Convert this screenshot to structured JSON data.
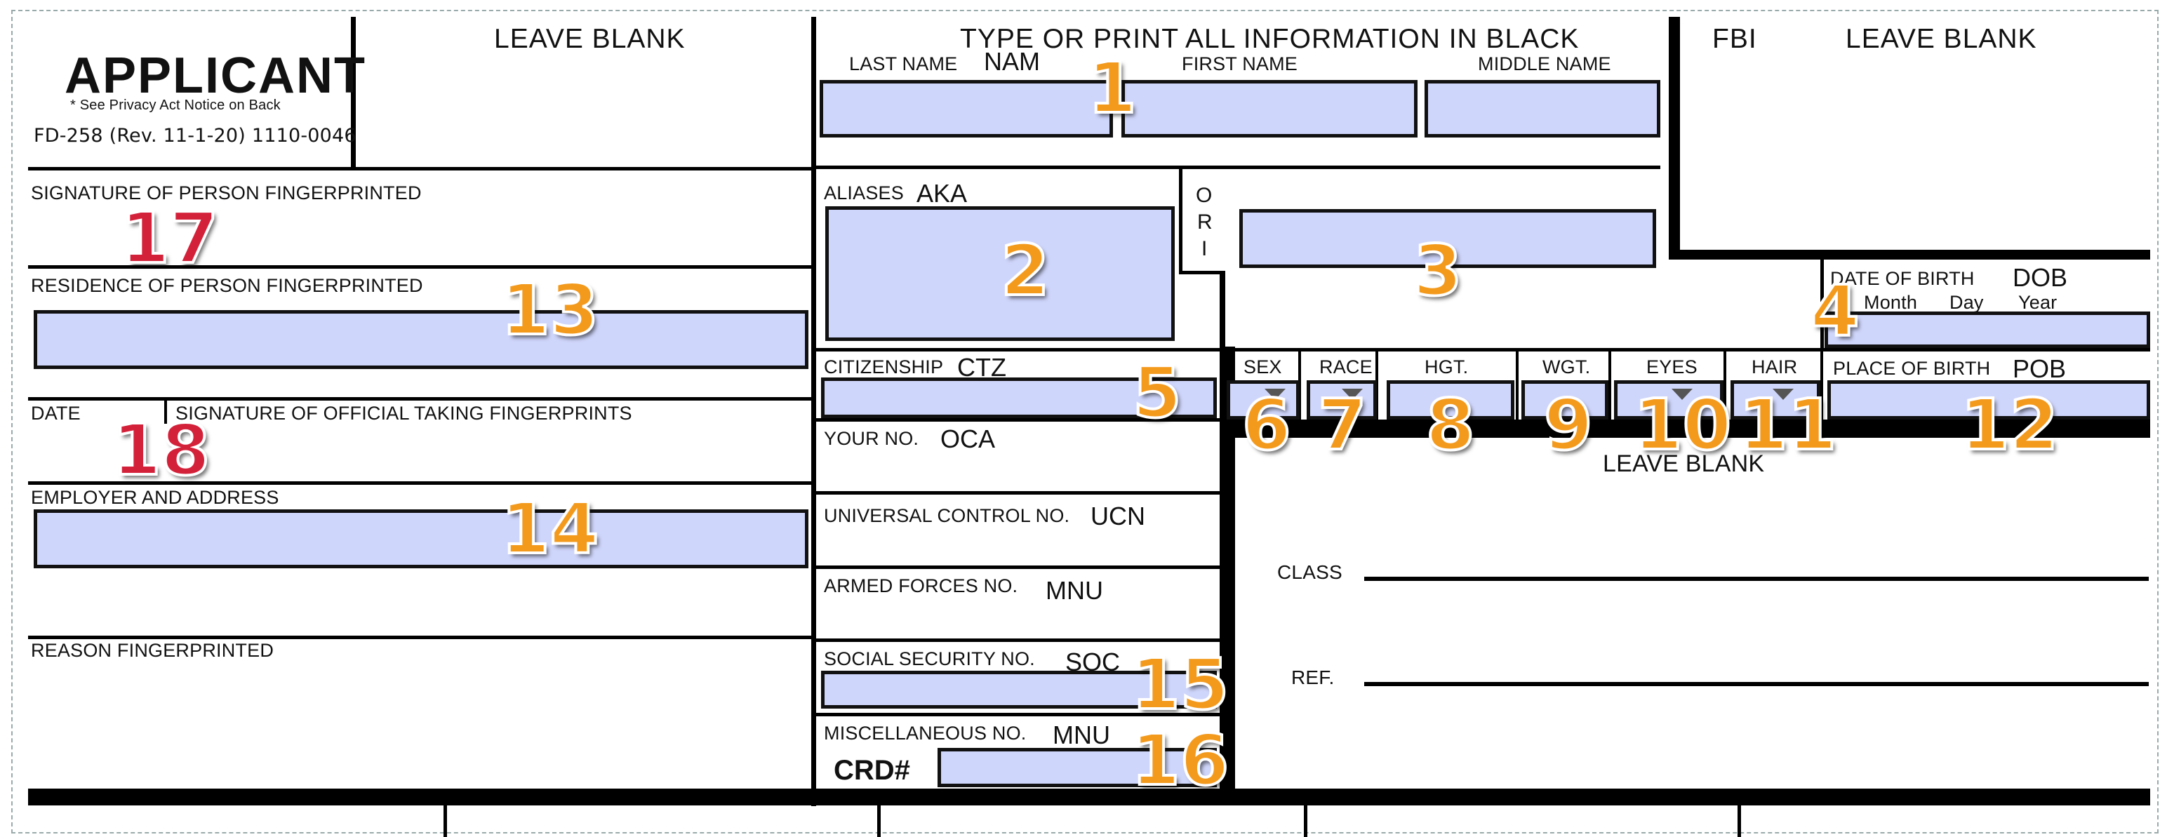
{
  "applicant_block": {
    "title": "APPLICANT",
    "privacy_note": "* See Privacy Act Notice on Back",
    "form_number": "FD-258 (Rev. 11-1-20) 1110-0046"
  },
  "leave_blank_left": "LEAVE BLANK",
  "header_instruction": "TYPE OR PRINT ALL INFORMATION IN BLACK",
  "fbi_label": "FBI",
  "leave_blank_right": "LEAVE BLANK",
  "leave_blank_center": "LEAVE BLANK",
  "name_fields": {
    "last_name": "LAST NAME",
    "code": "NAM",
    "first_name": "FIRST NAME",
    "middle_name": "MIDDLE NAME"
  },
  "signature_person": "SIGNATURE OF PERSON FINGERPRINTED",
  "residence": "RESIDENCE OF PERSON FINGERPRINTED",
  "date": "DATE",
  "signature_official": "SIGNATURE OF OFFICIAL TAKING FINGERPRINTS",
  "employer": "EMPLOYER AND ADDRESS",
  "reason": "REASON FINGERPRINTED",
  "aliases": {
    "label": "ALIASES",
    "code": "AKA"
  },
  "ori": {
    "o": "O",
    "r": "R",
    "i": "I"
  },
  "dob": {
    "label": "DATE OF BIRTH",
    "code": "DOB",
    "month": "Month",
    "day": "Day",
    "year": "Year"
  },
  "citizenship": {
    "label": "CITIZENSHIP",
    "code": "CTZ"
  },
  "sex": "SEX",
  "race": "RACE",
  "hgt": "HGT.",
  "wgt": "WGT.",
  "eyes": "EYES",
  "hair": "HAIR",
  "pob": {
    "label": "PLACE OF BIRTH",
    "code": "POB"
  },
  "your_no": {
    "label": "YOUR NO.",
    "code": "OCA"
  },
  "ucn": {
    "label": "UNIVERSAL CONTROL NO.",
    "code": "UCN"
  },
  "armed": {
    "label": "ARMED FORCES NO.",
    "code": "MNU"
  },
  "ssn": {
    "label": "SOCIAL SECURITY NO.",
    "code": "SOC"
  },
  "misc": {
    "label": "MISCELLANEOUS NO.",
    "code": "MNU",
    "crd": "CRD#"
  },
  "class_label": "CLASS",
  "ref_label": "REF.",
  "callouts": {
    "c1": "1",
    "c2": "2",
    "c3": "3",
    "c4": "4",
    "c5": "5",
    "c6": "6",
    "c7": "7",
    "c8": "8",
    "c9": "9",
    "c10": "10",
    "c11": "11",
    "c12": "12",
    "c13": "13",
    "c14": "14",
    "c15": "15",
    "c16": "16",
    "c17": "17",
    "c18": "18"
  },
  "colors": {
    "field_fill": "#cfd6fb",
    "callout_orange": "#f39a1d",
    "callout_red": "#d4213a"
  }
}
